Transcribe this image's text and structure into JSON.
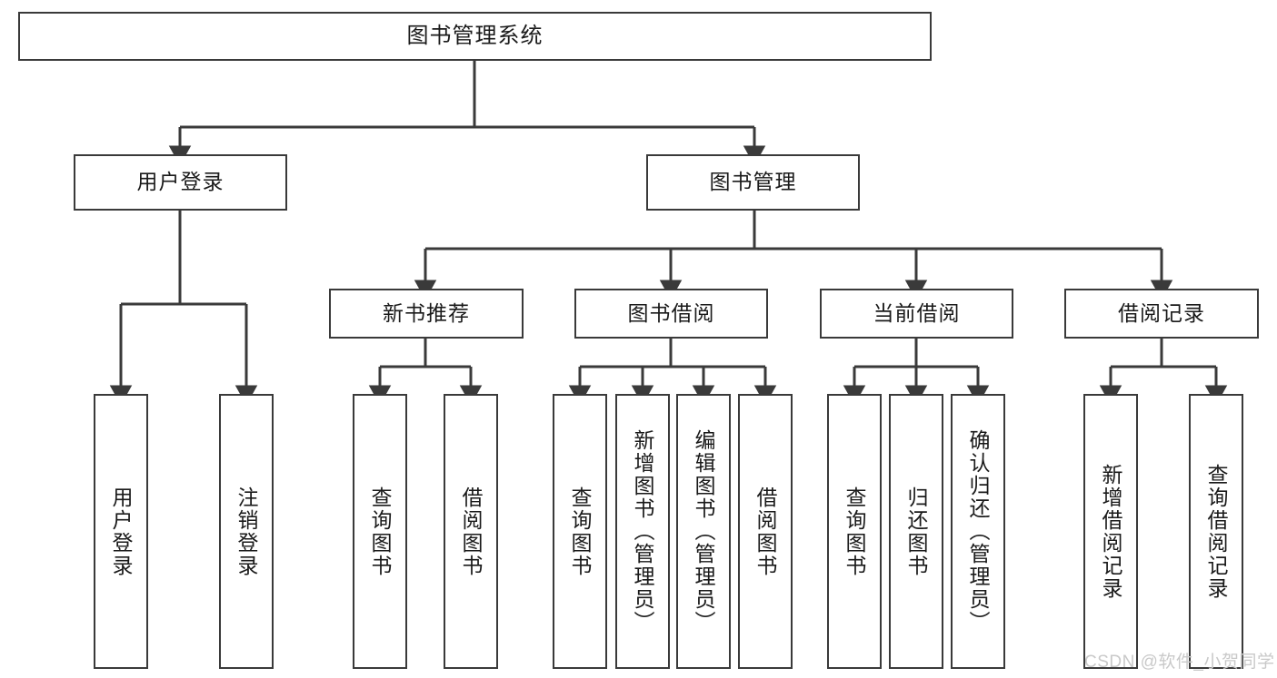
{
  "diagram": {
    "title": "图书管理系统",
    "type": "hierarchy-tree",
    "watermark": "CSDN @软件_小贺同学",
    "colors": {
      "stroke": "#3a3a3a",
      "fill": "#ffffff",
      "text": "#1a1a1a",
      "watermark": "#c9c9c9"
    },
    "levels": {
      "root": {
        "label": "图书管理系统"
      },
      "level2": [
        {
          "label": "用户登录"
        },
        {
          "label": "图书管理"
        }
      ],
      "level3": [
        {
          "label": "新书推荐"
        },
        {
          "label": "图书借阅"
        },
        {
          "label": "当前借阅"
        },
        {
          "label": "借阅记录"
        }
      ],
      "leaves": {
        "user_login": [
          {
            "label": "用户登录"
          },
          {
            "label": "注销登录"
          }
        ],
        "new_book_recommend": [
          {
            "label": "查询图书"
          },
          {
            "label": "借阅图书"
          }
        ],
        "book_borrow": [
          {
            "label": "查询图书"
          },
          {
            "label": "新增图书（管理员）"
          },
          {
            "label": "编辑图书（管理员）"
          },
          {
            "label": "借阅图书"
          }
        ],
        "current_borrow": [
          {
            "label": "查询图书"
          },
          {
            "label": "归还图书"
          },
          {
            "label": "确认归还（管理员）"
          }
        ],
        "borrow_record": [
          {
            "label": "新增借阅记录"
          },
          {
            "label": "查询借阅记录"
          }
        ]
      }
    }
  }
}
